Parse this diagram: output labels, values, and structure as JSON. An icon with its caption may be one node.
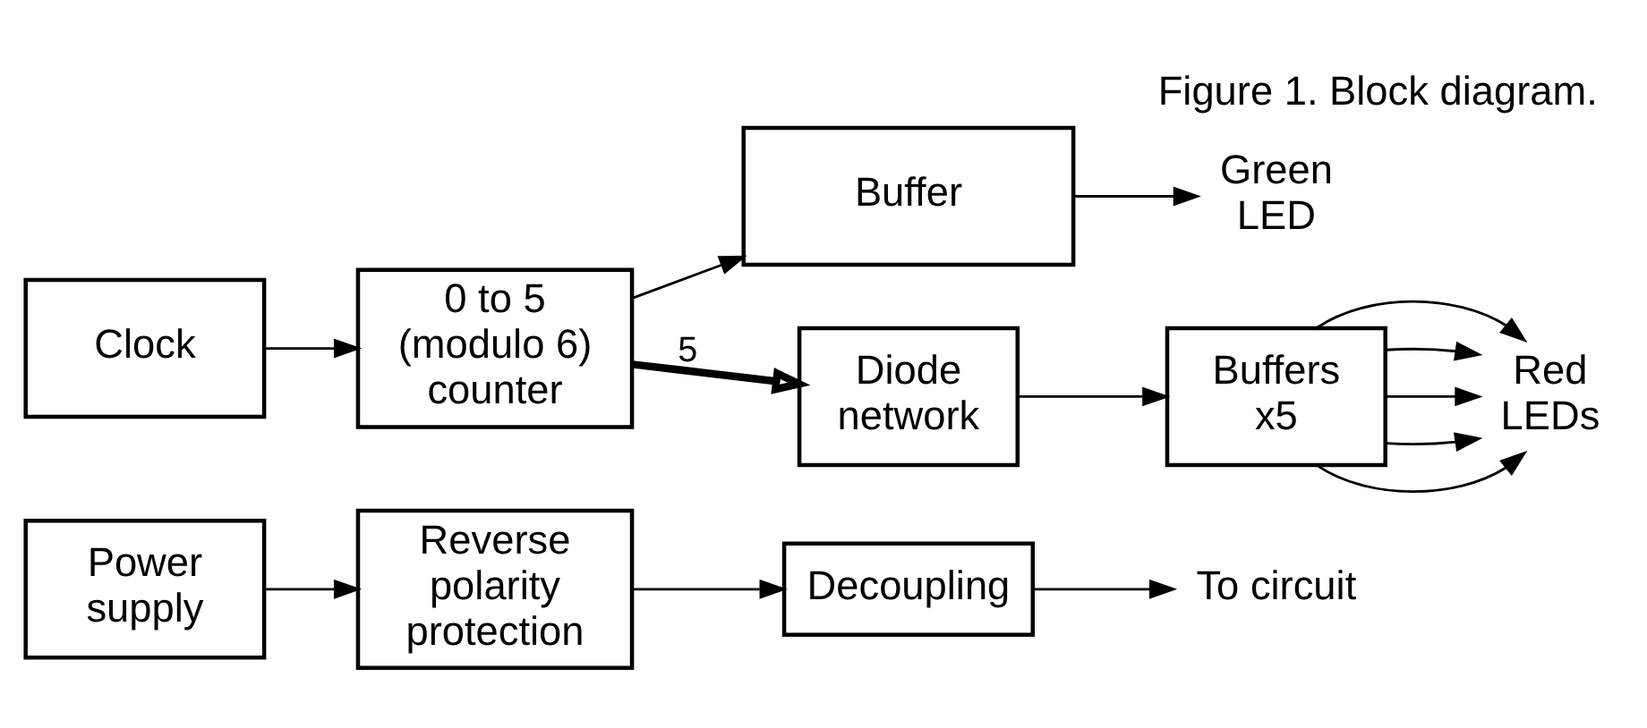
{
  "diagram": {
    "title": "Figure 1. Block diagram.",
    "nodes": [
      {
        "text": [
          "Power supply"
        ]
      },
      {
        "text": [
          "Reverse polarity protection"
        ]
      },
      {
        "text": [
          "Decoupling"
        ]
      },
      {
        "text": [
          "To circuit"
        ]
      },
      {
        "text": [
          "Clock"
        ]
      },
      {
        "text": [
          "0 to 5 (modulo 6) counter"
        ]
      },
      {
        "text": [
          "Buffer"
        ]
      },
      {
        "text": [
          "Green LED"
        ]
      },
      {
        "text": [
          "Diode network"
        ]
      },
      {
        "text": [
          "Buffers x5"
        ]
      },
      {
        "text": [
          "Red LEDs"
        ]
      }
    ],
    "edges": [
      {
        "from": 0,
        "to": 1,
        "arrow": "to"
      },
      {
        "from": 1,
        "to": 2,
        "arrow": "to"
      },
      {
        "from": 2,
        "to": 3,
        "arrow": "to"
      },
      {
        "from": 4,
        "to": 5,
        "arrow": "to"
      },
      {
        "from": 5,
        "to": 6,
        "arrow": "to"
      },
      {
        "from": 6,
        "to": 7,
        "arrow": "to"
      },
      {
        "from": 5,
        "to": 8,
        "arrow": "to",
        "label": "5",
        "style": "thick"
      },
      {
        "from": 8,
        "to": 9,
        "arrow": "to"
      },
      {
        "from": 9,
        "to": 10,
        "arrow": "to"
      },
      {
        "from": 9,
        "to": 10,
        "arrow": "to"
      },
      {
        "from": 9,
        "to": 10,
        "arrow": "to"
      },
      {
        "from": 9,
        "to": 10,
        "arrow": "to"
      },
      {
        "from": 9,
        "to": 10,
        "arrow": "to"
      }
    ]
  }
}
